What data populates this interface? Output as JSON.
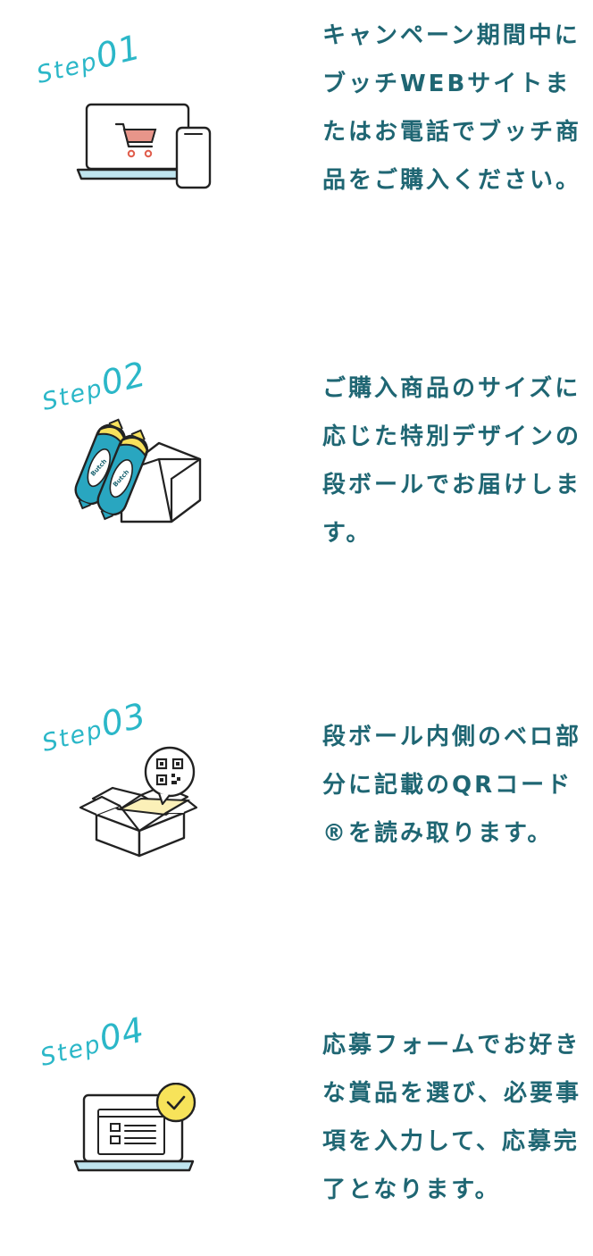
{
  "steps": [
    {
      "label": "Step",
      "number": "01",
      "description": "キャンペーン期間中にブッチWEBサイトまたはお電話でブッチ商品をご購入ください。",
      "icon": "laptop-phone-cart-icon"
    },
    {
      "label": "Step",
      "number": "02",
      "description": "ご購入商品のサイズに応じた特別デザインの段ボールでお届けします。",
      "icon": "sausage-box-icon",
      "product_text": "Butch"
    },
    {
      "label": "Step",
      "number": "03",
      "description": "段ボール内側のベロ部分に記載のQRコード®を読み取ります。",
      "icon": "box-qr-code-icon"
    },
    {
      "label": "Step",
      "number": "04",
      "description": "応募フォームでお好きな賞品を選び、必要事項を入力して、応募完了となります。",
      "icon": "laptop-form-check-icon"
    }
  ],
  "colors": {
    "accent": "#2bb7c8",
    "text": "#1f6673",
    "cart": "#e8958a",
    "laptop_base": "#bfe4ee",
    "sausage": "#29a6c0",
    "sausage_cap": "#f7e15c",
    "box_inner": "#fbf0b8",
    "check_badge": "#f7e35a"
  }
}
